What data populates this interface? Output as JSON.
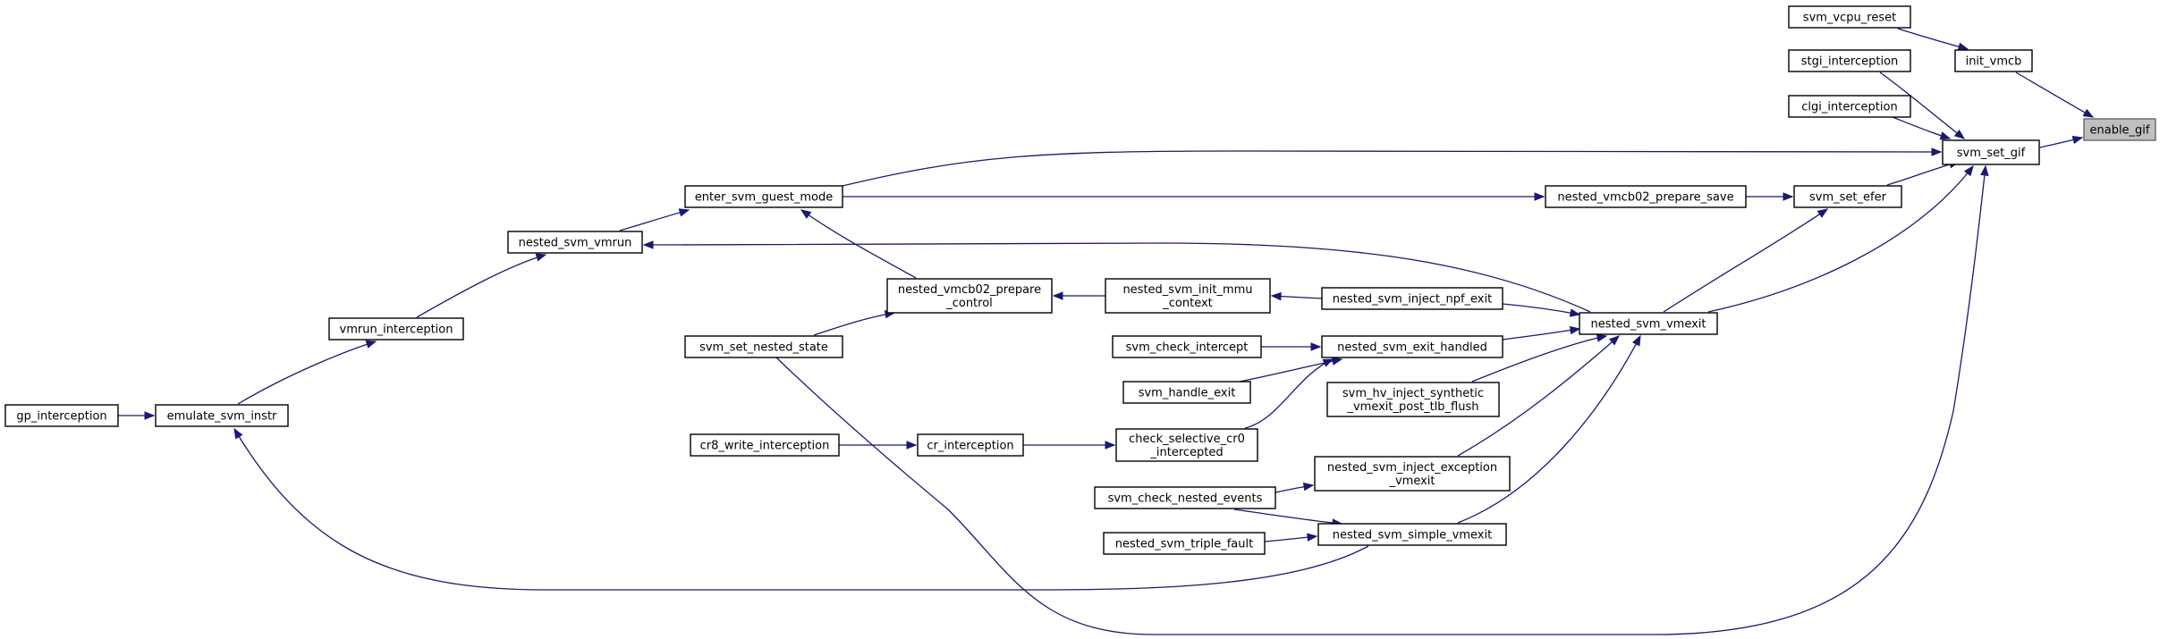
{
  "graph": {
    "nodes": [
      {
        "id": "enable_gif",
        "lines": [
          "enable_gif"
        ],
        "root": true
      },
      {
        "id": "init_vmcb",
        "lines": [
          "init_vmcb"
        ]
      },
      {
        "id": "svm_vcpu_reset",
        "lines": [
          "svm_vcpu_reset"
        ]
      },
      {
        "id": "svm_set_gif",
        "lines": [
          "svm_set_gif"
        ]
      },
      {
        "id": "stgi_interception",
        "lines": [
          "stgi_interception"
        ]
      },
      {
        "id": "clgi_interception",
        "lines": [
          "clgi_interception"
        ]
      },
      {
        "id": "svm_set_efer",
        "lines": [
          "svm_set_efer"
        ]
      },
      {
        "id": "nested_vmcb02_prepare_save",
        "lines": [
          "nested_vmcb02_prepare_save"
        ]
      },
      {
        "id": "enter_svm_guest_mode",
        "lines": [
          "enter_svm_guest_mode"
        ]
      },
      {
        "id": "nested_svm_vmrun",
        "lines": [
          "nested_svm_vmrun"
        ]
      },
      {
        "id": "vmrun_interception",
        "lines": [
          "vmrun_interception"
        ]
      },
      {
        "id": "emulate_svm_instr",
        "lines": [
          "emulate_svm_instr"
        ]
      },
      {
        "id": "gp_interception",
        "lines": [
          "gp_interception"
        ]
      },
      {
        "id": "nested_vmcb02_prepare_control",
        "lines": [
          "nested_vmcb02_prepare",
          "_control"
        ]
      },
      {
        "id": "svm_set_nested_state",
        "lines": [
          "svm_set_nested_state"
        ]
      },
      {
        "id": "nested_svm_vmexit",
        "lines": [
          "nested_svm_vmexit"
        ]
      },
      {
        "id": "nested_svm_inject_npf_exit",
        "lines": [
          "nested_svm_inject_npf_exit"
        ]
      },
      {
        "id": "nested_svm_init_mmu_context",
        "lines": [
          "nested_svm_init_mmu",
          "_context"
        ]
      },
      {
        "id": "nested_svm_exit_handled",
        "lines": [
          "nested_svm_exit_handled"
        ]
      },
      {
        "id": "svm_check_intercept",
        "lines": [
          "svm_check_intercept"
        ]
      },
      {
        "id": "svm_handle_exit",
        "lines": [
          "svm_handle_exit"
        ]
      },
      {
        "id": "check_selective_cr0_intercepted",
        "lines": [
          "check_selective_cr0",
          "_intercepted"
        ]
      },
      {
        "id": "cr_interception",
        "lines": [
          "cr_interception"
        ]
      },
      {
        "id": "cr8_write_interception",
        "lines": [
          "cr8_write_interception"
        ]
      },
      {
        "id": "svm_hv_inject_synthetic_vmexit_post_tlb_flush",
        "lines": [
          "svm_hv_inject_synthetic",
          "_vmexit_post_tlb_flush"
        ]
      },
      {
        "id": "nested_svm_inject_exception_vmexit",
        "lines": [
          "nested_svm_inject_exception",
          "_vmexit"
        ]
      },
      {
        "id": "svm_check_nested_events",
        "lines": [
          "svm_check_nested_events"
        ]
      },
      {
        "id": "nested_svm_simple_vmexit",
        "lines": [
          "nested_svm_simple_vmexit"
        ]
      },
      {
        "id": "nested_svm_triple_fault",
        "lines": [
          "nested_svm_triple_fault"
        ]
      }
    ],
    "edges": [
      {
        "from": "init_vmcb",
        "to": "enable_gif"
      },
      {
        "from": "svm_set_gif",
        "to": "enable_gif"
      },
      {
        "from": "svm_vcpu_reset",
        "to": "init_vmcb"
      },
      {
        "from": "stgi_interception",
        "to": "svm_set_gif"
      },
      {
        "from": "clgi_interception",
        "to": "svm_set_gif"
      },
      {
        "from": "svm_set_efer",
        "to": "svm_set_gif"
      },
      {
        "from": "enter_svm_guest_mode",
        "to": "svm_set_gif"
      },
      {
        "from": "nested_svm_vmexit",
        "to": "svm_set_gif"
      },
      {
        "from": "svm_set_nested_state",
        "to": "svm_set_gif"
      },
      {
        "from": "nested_vmcb02_prepare_save",
        "to": "svm_set_efer"
      },
      {
        "from": "nested_svm_vmexit",
        "to": "svm_set_efer"
      },
      {
        "from": "enter_svm_guest_mode",
        "to": "nested_vmcb02_prepare_save"
      },
      {
        "from": "nested_svm_vmrun",
        "to": "enter_svm_guest_mode"
      },
      {
        "from": "nested_vmcb02_prepare_control",
        "to": "enter_svm_guest_mode"
      },
      {
        "from": "vmrun_interception",
        "to": "nested_svm_vmrun"
      },
      {
        "from": "nested_svm_vmexit",
        "to": "nested_svm_vmrun"
      },
      {
        "from": "emulate_svm_instr",
        "to": "vmrun_interception"
      },
      {
        "from": "gp_interception",
        "to": "emulate_svm_instr"
      },
      {
        "from": "nested_svm_simple_vmexit",
        "to": "emulate_svm_instr"
      },
      {
        "from": "svm_set_nested_state",
        "to": "nested_vmcb02_prepare_control"
      },
      {
        "from": "nested_svm_init_mmu_context",
        "to": "nested_vmcb02_prepare_control"
      },
      {
        "from": "nested_svm_inject_npf_exit",
        "to": "nested_svm_init_mmu_context"
      },
      {
        "from": "nested_svm_inject_npf_exit",
        "to": "nested_svm_vmexit"
      },
      {
        "from": "nested_svm_exit_handled",
        "to": "nested_svm_vmexit"
      },
      {
        "from": "svm_hv_inject_synthetic_vmexit_post_tlb_flush",
        "to": "nested_svm_vmexit"
      },
      {
        "from": "nested_svm_inject_exception_vmexit",
        "to": "nested_svm_vmexit"
      },
      {
        "from": "nested_svm_simple_vmexit",
        "to": "nested_svm_vmexit"
      },
      {
        "from": "svm_check_intercept",
        "to": "nested_svm_exit_handled"
      },
      {
        "from": "svm_handle_exit",
        "to": "nested_svm_exit_handled"
      },
      {
        "from": "check_selective_cr0_intercepted",
        "to": "nested_svm_exit_handled"
      },
      {
        "from": "cr_interception",
        "to": "check_selective_cr0_intercepted"
      },
      {
        "from": "cr8_write_interception",
        "to": "cr_interception"
      },
      {
        "from": "svm_check_nested_events",
        "to": "nested_svm_inject_exception_vmexit"
      },
      {
        "from": "svm_check_nested_events",
        "to": "nested_svm_simple_vmexit"
      },
      {
        "from": "nested_svm_triple_fault",
        "to": "nested_svm_simple_vmexit"
      }
    ]
  }
}
